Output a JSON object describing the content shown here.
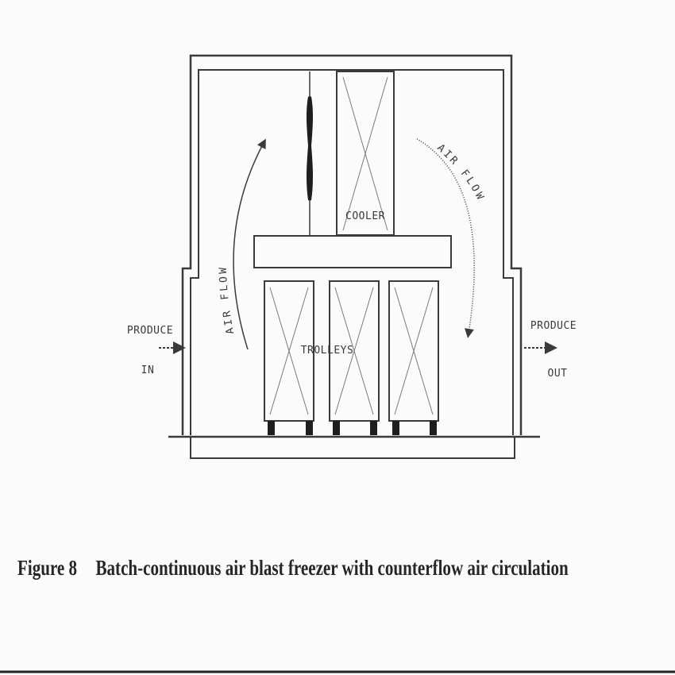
{
  "diagram": {
    "cooler_label": "COOLER",
    "trolleys_label": "TROLLEYS",
    "produce_in": {
      "line1": "PRODUCE",
      "line2": "IN"
    },
    "produce_out": {
      "line1": "PRODUCE",
      "line2": "OUT"
    },
    "airflow_left": "AIR FLOW",
    "airflow_right": "AIR FLOW"
  },
  "caption": {
    "figure_number": "Figure 8",
    "text": "Batch-continuous air blast freezer with counterflow air circulation"
  }
}
